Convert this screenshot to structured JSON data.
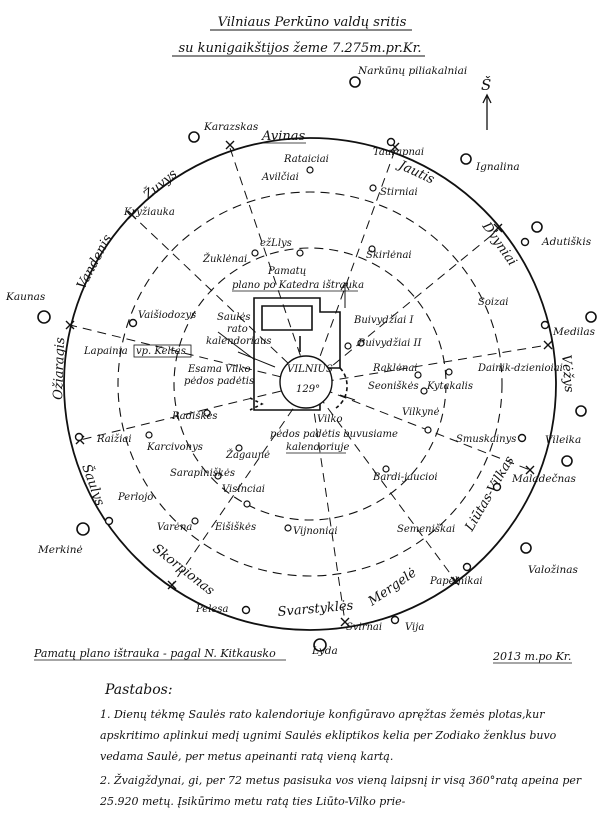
{
  "title": {
    "line1": "Vilniaus Perkūno valdų sritis",
    "line2": "su kunigaikštijos žeme 7.275m.pr.Kr."
  },
  "compass": "Š",
  "zodiac": {
    "avinas": "Avinas",
    "jautis": "Jautis",
    "dvyniai": "Dvyniai",
    "vezys": "Vėžys",
    "liutas": "Liūtas-Vilkas",
    "mergele": "Mergelė",
    "svarstykles": "Svarstyklės",
    "skorpionas": "Skorpionas",
    "saulys": "Šaulys",
    "ozirągis": "Ožiaragis",
    "vandenis": "Vandenis",
    "zuvys": "Žuvys"
  },
  "places": {
    "narkunu": "Narkūnų piliakalniai",
    "karazskas": "Karazskas",
    "taurapnai": "Taurapnai",
    "ignalina": "Ignalina",
    "rataiciai": "Rataiciai",
    "avilciai": "Avilčiai",
    "stirniai": "Stirniai",
    "kryziauka": "Kryžiauka",
    "adutiskis": "Adutiškis",
    "zuklenai": "Žuklėnai",
    "ezlys": "ežLlys",
    "skirlenai": "Skirlėnai",
    "kaunas": "Kaunas",
    "soizai": "Soizai",
    "medilas": "Medilas",
    "vaisiodozys": "Vaišiodozys",
    "buivydziai1": "Buivydžiai I",
    "buivydziai2": "Buivydžiai II",
    "lapainia": "Lapainia",
    "rakienai": "Raklėnai",
    "seoniskes": "Seoniškės",
    "kytakalis": "Kytakalis",
    "dainik": "Dainik-dzienioiai",
    "vilkyne": "Vilkynė",
    "smuskainys": "Smuskainys",
    "vileika": "Vileika",
    "radiskes": "Radiškės",
    "raiziai": "Raižiai",
    "karciavonys": "Karcivonys",
    "zagaune": "Žagaunė",
    "sarapiniskes": "Sarapiniškės",
    "bardjaucioi": "Bardi-jaucioi",
    "visinciai": "Visinciai",
    "maladecnas": "Maladečnas",
    "perlojo": "Perlojo",
    "varena": "Varėna",
    "eisiskes": "Eišiškės",
    "vijnoniai": "Vijnoniai",
    "semeniskai": "Semeniškai",
    "valozinas": "Valožinas",
    "merkine": "Merkinė",
    "papelnikai": "Papelnikai",
    "pelesa": "Pelesa",
    "svirnai": "Svirnai",
    "vija": "Vija",
    "lyda": "Lyda"
  },
  "center": {
    "pamatu_line1": "Pamatų",
    "pamatu_line2": "plano po Katedra ištrauka",
    "sauiles_line1": "Saulės",
    "sauiles_line2": "rato",
    "sauiles_line3": "kalendoriaus",
    "vp_keltas": "vp. Keltas",
    "esama1": "Esama Vilko",
    "esama2": "pėdos padėtis",
    "vilnius": "VILNIUS",
    "degrees": "129°",
    "vilko1": "Vilko",
    "vilko2": "pėdos padėtis buvusiame",
    "vilko3": "kalendoriuje"
  },
  "footer": {
    "left": "Pamatų plano ištrauka - pagal N. Kitkausko",
    "right": "2013 m.po Kr."
  },
  "notes": {
    "heading": "Pastabos:",
    "note1": "1. Dienų tėkmę Saulės rato kalendoriuje konfigūravo apręžtas žemės plotas,kur apskritimo aplinkui medį ugnimi Saulės ekliptikos kelia per Zodiako ženklus buvo vedama Saulė, per metus apeinanti ratą vieną kartą.",
    "note2": "2. Žvaigždynai, gi, per 72 metus pasisuka vos vieną laipsnį ir visą 360°ratą apeina per 25.920 metų. Įsikūrimo metu ratą ties Liūto-Vilko prie-"
  }
}
